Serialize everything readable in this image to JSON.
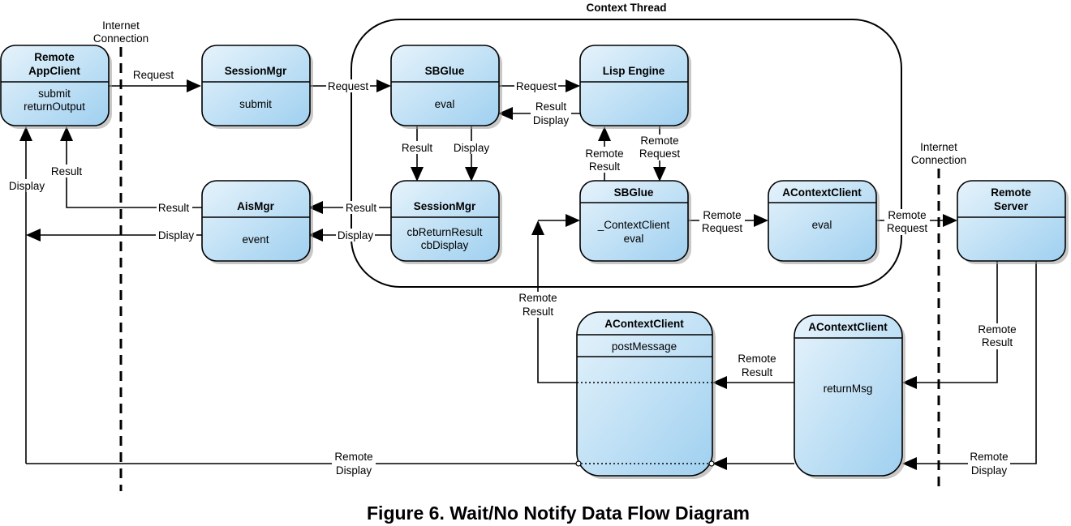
{
  "figure": {
    "caption": "Figure 6. Wait/No Notify Data Flow Diagram",
    "container_label": "Context Thread",
    "box_fill_top": "#e6f3fb",
    "box_fill_bottom": "#9fd0f0"
  },
  "boundaries": {
    "left": [
      "Internet",
      "Connection"
    ],
    "right": [
      "Internet",
      "Connection"
    ]
  },
  "nodes": {
    "remote_appclient": {
      "title": [
        "Remote",
        "AppClient"
      ],
      "methods": [
        "submit",
        "returnOutput"
      ]
    },
    "sessionmgr_top": {
      "title": [
        "SessionMgr"
      ],
      "methods": [
        "submit"
      ]
    },
    "sbglue_top": {
      "title": [
        "SBGlue"
      ],
      "methods": [
        "eval"
      ]
    },
    "lisp_engine": {
      "title": [
        "Lisp Engine"
      ],
      "methods": []
    },
    "aismgr": {
      "title": [
        "AisMgr"
      ],
      "methods": [
        "event"
      ]
    },
    "sessionmgr_bottom": {
      "title": [
        "SessionMgr"
      ],
      "methods": [
        "cbReturnResult",
        "cbDisplay"
      ]
    },
    "sbglue_bottom": {
      "title": [
        "SBGlue"
      ],
      "methods": [
        "_ContextClient",
        "eval"
      ]
    },
    "acontextclient_eval": {
      "title": [
        "AContextClient"
      ],
      "methods": [
        "eval"
      ]
    },
    "remote_server": {
      "title": [
        "Remote",
        "Server"
      ],
      "methods": []
    },
    "acontextclient_post": {
      "title": [
        "AContextClient"
      ],
      "methods": [
        "postMessage"
      ]
    },
    "acontextclient_return": {
      "title": [
        "AContextClient"
      ],
      "methods": [
        "returnMsg"
      ]
    }
  },
  "edges": {
    "appclient_to_sessionmgr": [
      "Request"
    ],
    "sessionmgr_to_sbglue": [
      "Request"
    ],
    "sbglue_to_lisp": [
      "Request"
    ],
    "lisp_to_sbglue": [
      "Result",
      "Display"
    ],
    "sbglue_result_down": [
      "Result"
    ],
    "sbglue_display_down": [
      "Display"
    ],
    "lisp_remote_request": [
      "Remote",
      "Request"
    ],
    "sbglue_remote_result": [
      "Remote",
      "Result"
    ],
    "sessionmgr_result_to_aismgr": [
      "Result"
    ],
    "sessionmgr_display_to_aismgr": [
      "Display"
    ],
    "aismgr_result_to_appclient": [
      "Result"
    ],
    "aismgr_display_to_appclient": [
      "Display"
    ],
    "appclient_result_up": [
      "Result"
    ],
    "appclient_display_up": [
      "Display"
    ],
    "sbglue_to_acc_eval": [
      "Remote",
      "Request"
    ],
    "acc_eval_to_server": [
      "Remote",
      "Request"
    ],
    "server_remote_result": [
      "Remote",
      "Result"
    ],
    "server_remote_display": [
      "Remote",
      "Display"
    ],
    "return_to_post_result": [
      "Remote",
      "Result"
    ],
    "post_to_sbglue_result": [
      "Remote",
      "Result"
    ],
    "post_remote_display": [
      "Remote",
      "Display"
    ]
  }
}
